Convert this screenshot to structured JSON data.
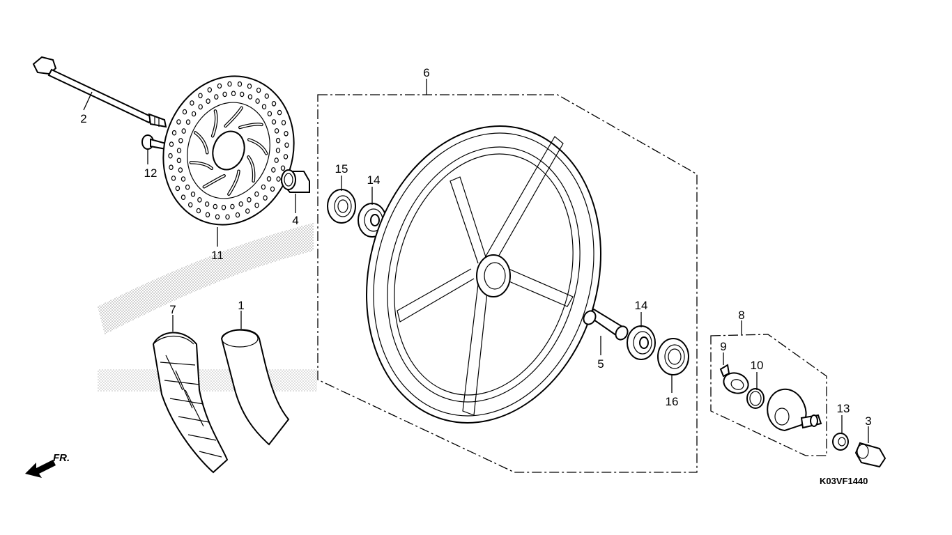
{
  "callouts": [
    {
      "id": "1",
      "part": "tube"
    },
    {
      "id": "2",
      "part": "axle"
    },
    {
      "id": "3",
      "part": "cap-nut"
    },
    {
      "id": "4",
      "part": "side-collar"
    },
    {
      "id": "5",
      "part": "distance-collar"
    },
    {
      "id": "6",
      "part": "wheel-assembly"
    },
    {
      "id": "7",
      "part": "tire"
    },
    {
      "id": "8",
      "part": "speedometer-gearbox"
    },
    {
      "id": "9",
      "part": "gear-retainer"
    },
    {
      "id": "10",
      "part": "o-ring"
    },
    {
      "id": "11",
      "part": "brake-disc"
    },
    {
      "id": "12",
      "part": "disc-bolt"
    },
    {
      "id": "13",
      "part": "axle-nut"
    },
    {
      "id": "14a",
      "label": "14",
      "part": "bearing-left"
    },
    {
      "id": "14b",
      "label": "14",
      "part": "bearing-right"
    },
    {
      "id": "15",
      "part": "dust-seal-left"
    },
    {
      "id": "16",
      "part": "dust-seal-right"
    }
  ],
  "drawing_code": "K03VF1440",
  "direction_label": "FR.",
  "colors": {
    "line": "#000000",
    "background": "#ffffff",
    "watermark": "#9a9a9a"
  }
}
